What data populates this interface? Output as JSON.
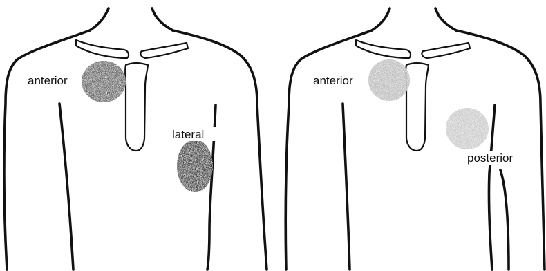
{
  "panels": [
    {
      "lesions": [
        {
          "label": "anterior",
          "color": "#5f5f5f",
          "opacity": 0.95
        },
        {
          "label": "lateral",
          "color": "#3a3a3a",
          "opacity": 0.95
        }
      ]
    },
    {
      "lesions": [
        {
          "label": "anterior",
          "color": "#b8b8b8",
          "opacity": 0.9
        },
        {
          "label": "posterior",
          "color": "#c6c6c6",
          "opacity": 0.9
        }
      ]
    }
  ]
}
